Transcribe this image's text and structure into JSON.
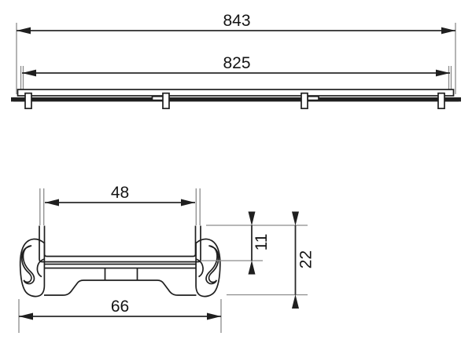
{
  "drawing": {
    "kind": "technical-dimension-drawing",
    "views": {
      "top": {
        "dims": {
          "overall_length": "843",
          "visible_length": "825"
        }
      },
      "section": {
        "dims": {
          "inner_width": "48",
          "outer_width": "66",
          "inner_depth": "11",
          "total_height": "22"
        }
      }
    },
    "colors": {
      "background": "#ffffff",
      "line": "#1f1f1f",
      "dimension_line": "#2a2a2a",
      "extension_line": "#8c8c8c",
      "text": "#141414"
    }
  }
}
